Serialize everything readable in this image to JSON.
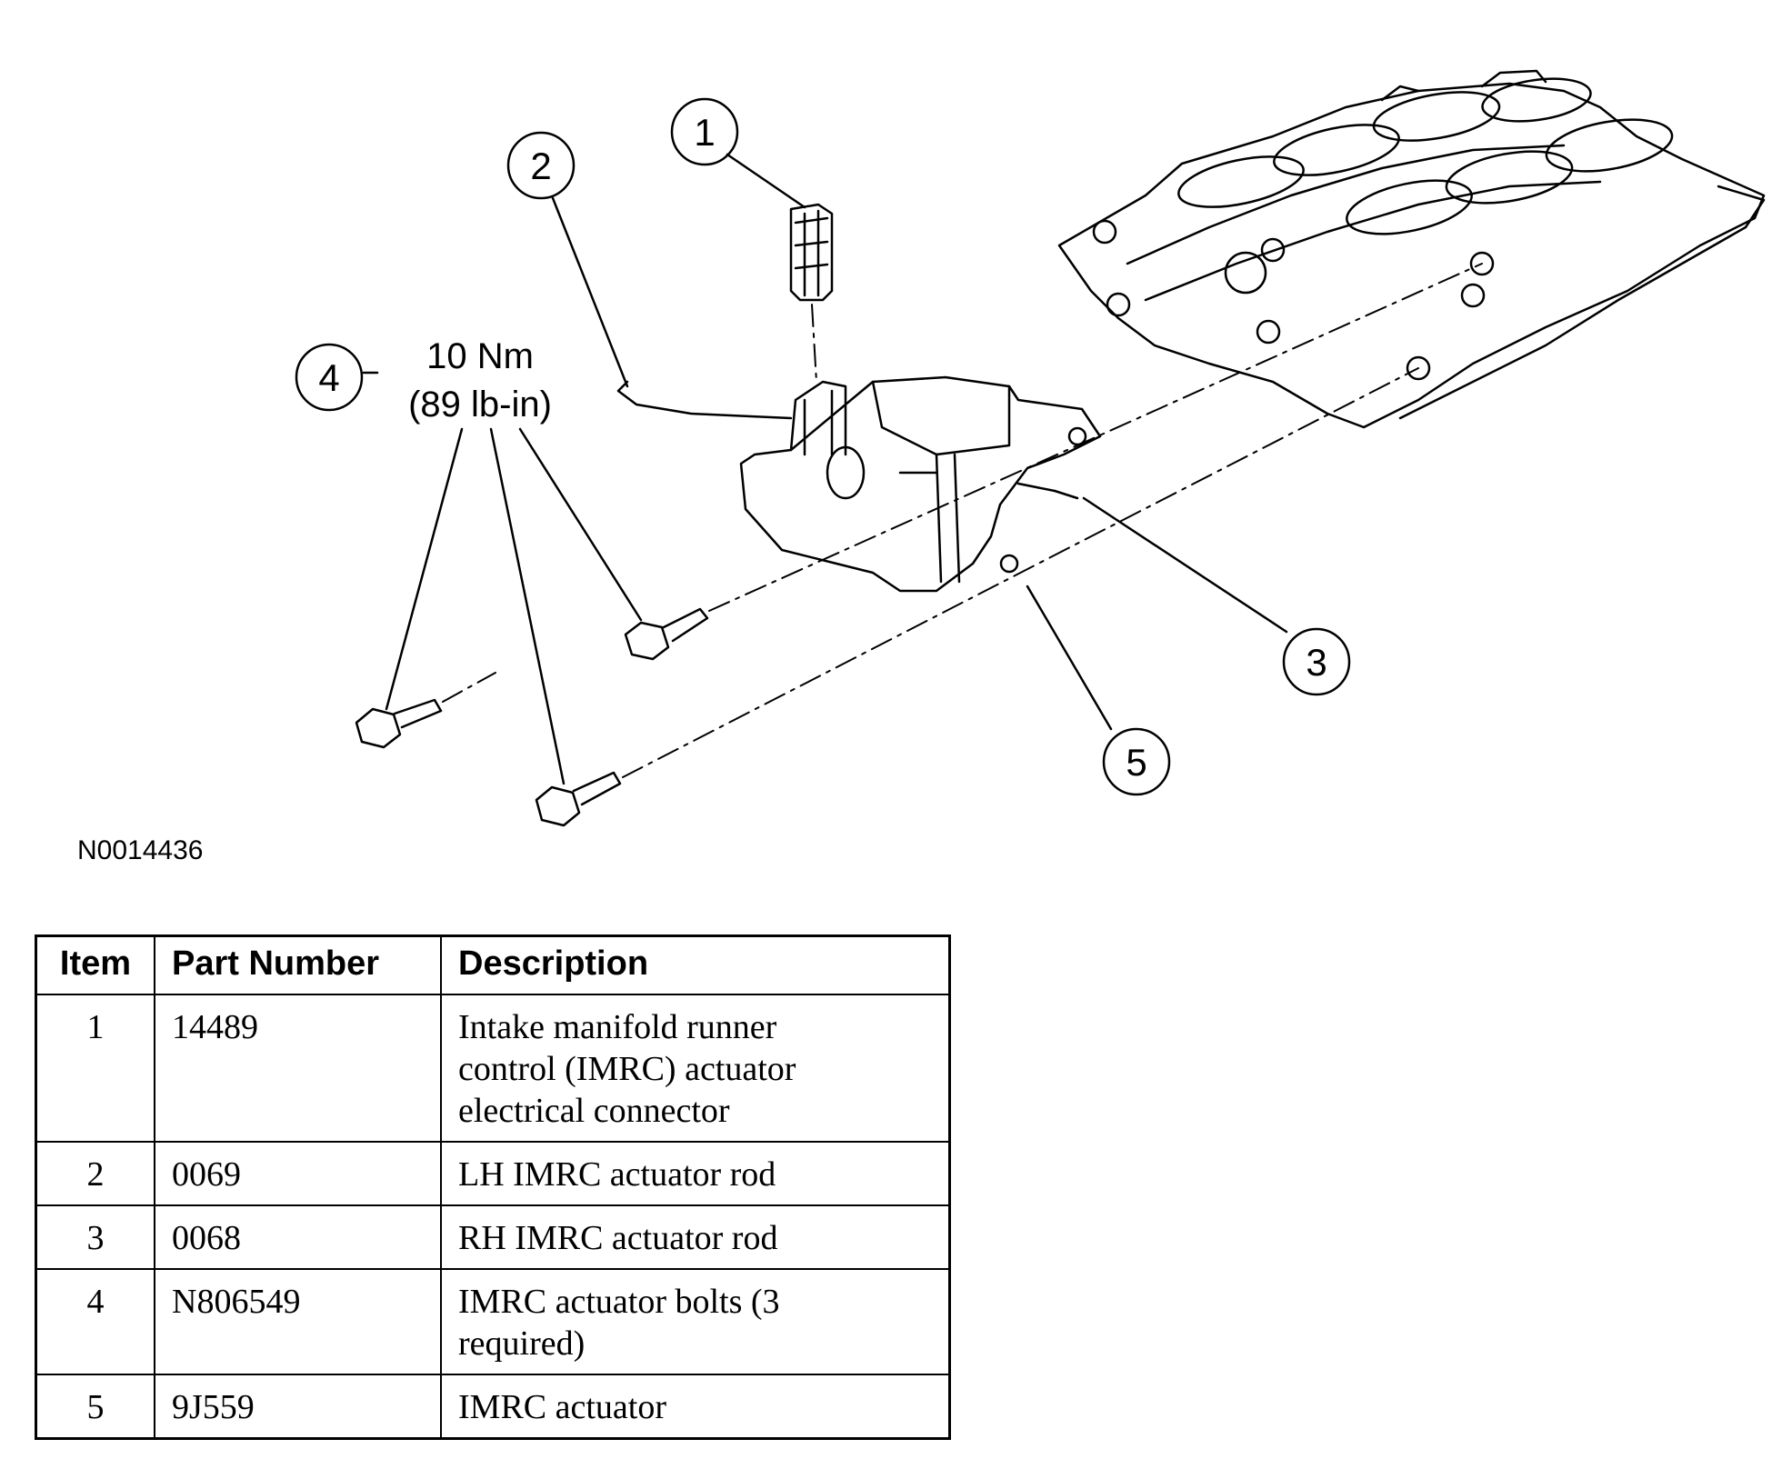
{
  "figure": {
    "id": "N0014436",
    "torque": {
      "line1": "10 Nm",
      "line2": "(89 lb-in)"
    },
    "callouts": [
      "1",
      "2",
      "3",
      "4",
      "5"
    ]
  },
  "table": {
    "headers": {
      "item": "Item",
      "part_number": "Part Number",
      "description": "Description"
    },
    "rows": [
      {
        "item": "1",
        "part_number": "14489",
        "description": [
          "Intake manifold runner",
          "control (IMRC) actuator",
          "electrical connector"
        ]
      },
      {
        "item": "2",
        "part_number": "0069",
        "description": [
          "LH IMRC actuator rod"
        ]
      },
      {
        "item": "3",
        "part_number": "0068",
        "description": [
          "RH IMRC actuator rod"
        ]
      },
      {
        "item": "4",
        "part_number": "N806549",
        "description": [
          "IMRC actuator bolts (3",
          "required)"
        ]
      },
      {
        "item": "5",
        "part_number": "9J559",
        "description": [
          "IMRC actuator"
        ]
      }
    ]
  }
}
